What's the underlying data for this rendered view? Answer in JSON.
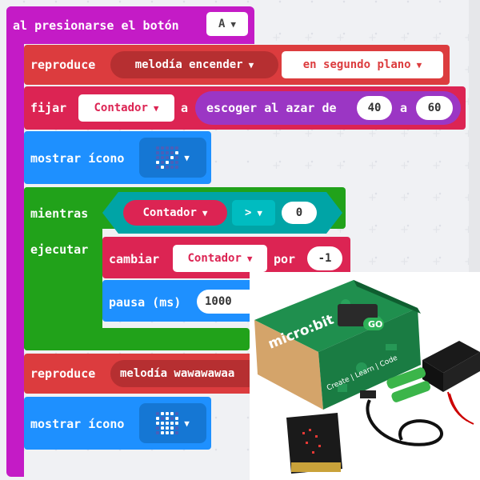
{
  "event": {
    "label": "al presionarse el botón",
    "button": "A"
  },
  "play1": {
    "verb": "reproduce",
    "melody": "melodía encender",
    "mode": "en segundo plano"
  },
  "set": {
    "verb": "fijar",
    "variable": "Contador",
    "to": "a",
    "random": "escoger al azar de",
    "from": "40",
    "and": "a",
    "to_value": "60"
  },
  "show1": {
    "label": "mostrar ícono",
    "icon_name": "yes-icon",
    "leds": [
      0,
      0,
      0,
      0,
      0,
      0,
      0,
      0,
      0,
      1,
      0,
      0,
      0,
      1,
      0,
      1,
      0,
      1,
      0,
      0,
      0,
      1,
      0,
      0,
      0
    ]
  },
  "loop": {
    "while": "mientras",
    "variable": "Contador",
    "operator": ">",
    "value": "0",
    "do": "ejecutar"
  },
  "change": {
    "verb": "cambiar",
    "variable": "Contador",
    "by": "por",
    "amount": "-1"
  },
  "pause": {
    "label": "pausa (ms)",
    "value": "1000"
  },
  "play2": {
    "verb": "reproduce",
    "melody": "melodía wawawawaa"
  },
  "show2": {
    "label": "mostrar ícono",
    "icon_name": "skull-icon",
    "leds": [
      0,
      1,
      1,
      1,
      0,
      1,
      0,
      1,
      0,
      1,
      1,
      1,
      1,
      1,
      1,
      0,
      1,
      1,
      1,
      0,
      0,
      1,
      1,
      1,
      0
    ]
  },
  "photo": {
    "brand": "micro:bit",
    "edition": "GO",
    "box_tagline": "Create | Learn | Code"
  },
  "colors": {
    "event": "#c41bc6",
    "music": "#dc3c3e",
    "variables": "#dc2453",
    "math": "#9b36c4",
    "basic": "#1e90ff",
    "loops": "#21a21a",
    "logic": "#00a4a6"
  }
}
